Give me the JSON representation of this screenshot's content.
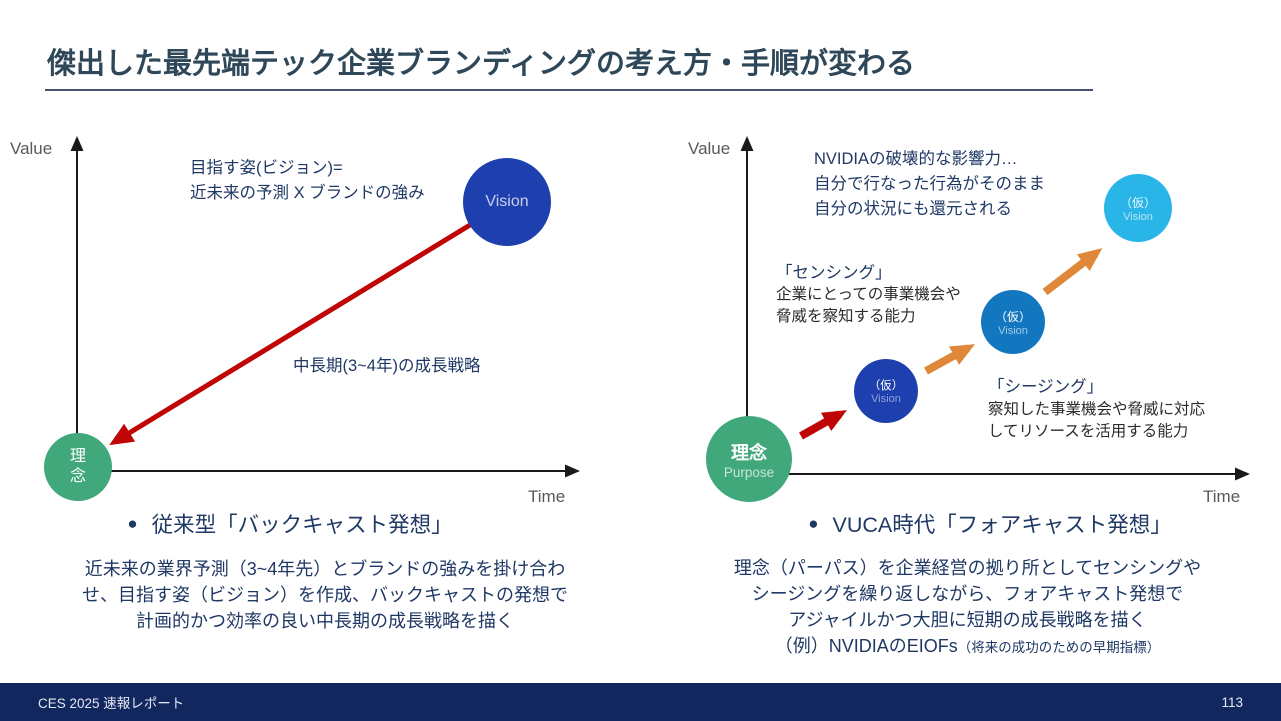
{
  "slide": {
    "title": "傑出した最先端テック企業ブランディングの考え方・手順が変わる"
  },
  "left_chart": {
    "y_axis_label": "Value",
    "x_axis_label": "Time",
    "vision_circle_label": "Vision",
    "purpose_circle_lines": [
      "理",
      "念"
    ],
    "vision_annotation_lines": [
      "目指す姿(ビジョン)=",
      "近未来の予測 X ブランドの強み"
    ],
    "arrow_annotation": "中長期(3~4年)の成長戦略",
    "heading_bullet": "●",
    "heading": "従来型「バックキャスト発想」",
    "description_lines": [
      "近未来の業界予測（3~4年先）とブランドの強みを掛け合わ",
      "せ、目指す姿（ビジョン）を作成、バックキャストの発想で",
      "計画的かつ効率の良い中長期の成長戦略を描く"
    ]
  },
  "right_chart": {
    "y_axis_label": "Value",
    "x_axis_label": "Time",
    "nvidia_annotation_lines": [
      "NVIDIAの破壊的な影響力…",
      "自分で行なった行為がそのまま",
      "自分の状況にも還元される"
    ],
    "sensing_label": "「センシング」",
    "sensing_body_lines": [
      "企業にとっての事業機会や",
      "脅威を察知する能力"
    ],
    "seizing_label": "「シージング」",
    "seizing_body_lines": [
      "察知した事業機会や脅威に対応",
      "してリソースを活用する能力"
    ],
    "purpose_circle": {
      "title": "理念",
      "subtitle": "Purpose"
    },
    "vision_circles": [
      {
        "line1": "（仮）",
        "line2": "Vision"
      },
      {
        "line1": "（仮）",
        "line2": "Vision"
      },
      {
        "line1": "（仮）",
        "line2": "Vision"
      }
    ],
    "heading_bullet": "●",
    "heading": "VUCA時代「フォアキャスト発想」",
    "description_lines": [
      "理念（パーパス）を企業経営の拠り所としてセンシングや",
      "シージングを繰り返しながら、フォアキャスト発想で",
      "アジャイルかつ大胆に短期の成長戦略を描く"
    ],
    "description_example": "（例）NVIDIAのEIOFs",
    "description_example_note": "（将来の成功のための早期指標）"
  },
  "footer": {
    "report_label": "CES 2025 速報レポート",
    "page_number": "113"
  },
  "colors": {
    "title_text": "#2e4759",
    "navy_text": "#1f3864",
    "body_text": "#2b2b2b",
    "axis_label_gray": "#595959",
    "axis_line": "#1a1a1a",
    "royal_blue_circle": "#1e3fae",
    "medium_blue_circle": "#1377c0",
    "cyan_circle": "#29b5e8",
    "green_circle": "#41a87c",
    "red_arrow": "#c00505",
    "orange_arrow": "#e0883a",
    "footer_bg": "#13275f"
  }
}
